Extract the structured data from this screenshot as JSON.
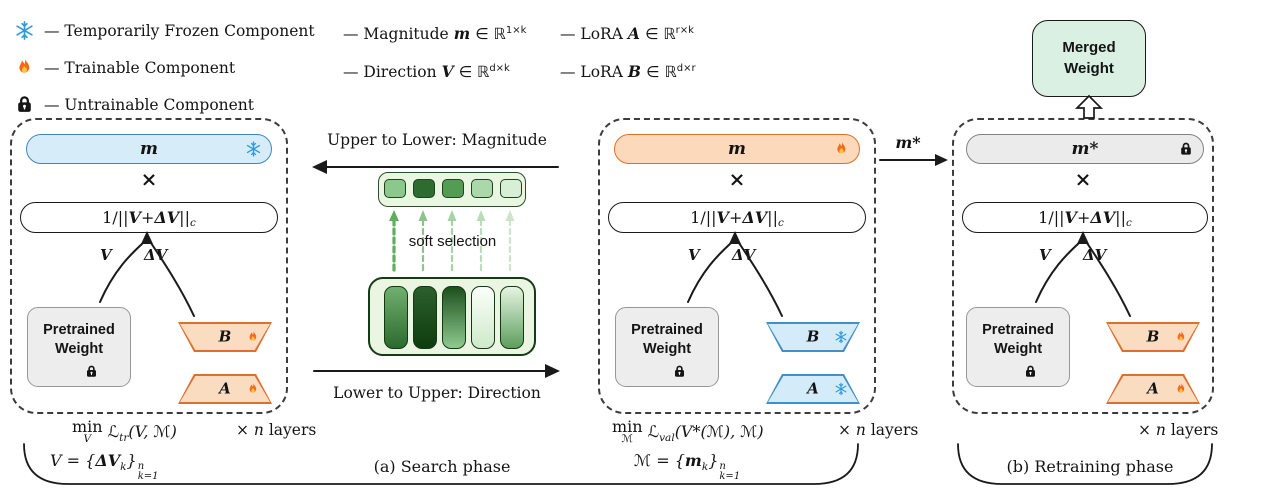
{
  "colors": {
    "frozen_blue_fill": "#d7ecf9",
    "trainable_orange_fill": "#fcd9ba",
    "untrainable_gray_fill": "#ebebeb",
    "lora_orange_border": "#df6f2c",
    "lora_blue_border": "#4390c7",
    "merged_green_fill": "#d9f0e3",
    "selection_green": "#2e6b2e"
  },
  "legend": {
    "icons": [
      {
        "icon": "snowflake-icon",
        "label": "— Temporarily Frozen Component"
      },
      {
        "icon": "fire-icon",
        "label": "— Trainable Component"
      },
      {
        "icon": "lock-icon",
        "label": "— Untrainable Component"
      }
    ],
    "math": [
      {
        "prefix": "— Magnitude",
        "symbol": "m",
        "set": "∈ ℝ",
        "sup": "1×k"
      },
      {
        "prefix": "— Direction",
        "symbol": "V",
        "set": "∈ ℝ",
        "sup": "d×k"
      },
      {
        "prefix": "— LoRA",
        "symbol": "A",
        "set": "∈ ℝ",
        "sup": "r×k"
      },
      {
        "prefix": "— LoRA",
        "symbol": "B",
        "set": "∈ ℝ",
        "sup": "d×r"
      }
    ]
  },
  "merged_weight": {
    "label": "Merged Weight"
  },
  "middle": {
    "top_label": "Upper to Lower: Magnitude",
    "soft_selection": "soft selection",
    "bottom_label": "Lower to Upper: Direction"
  },
  "shared": {
    "times": "×",
    "norm": {
      "pre": "1/||",
      "v": "V",
      "plus": " + ",
      "dv": "ΔV",
      "post": "||",
      "sub": "c"
    },
    "v_label": "V",
    "dv_label": "ΔV",
    "pretrained_label": "Pretrained Weight",
    "b_label": "B",
    "a_label": "A",
    "n_layers": {
      "pre": "× ",
      "n": "n",
      "post": " layers"
    }
  },
  "panel_left": {
    "m_label": "m"
  },
  "panel_mid": {
    "m_label": "m"
  },
  "panel_right": {
    "m_label": "m*"
  },
  "mstar_label": "m*",
  "objectives": {
    "left": {
      "min": "min",
      "min_sub": "V",
      "loss": "ℒ",
      "loss_sub": "tr",
      "args": "(V, ℳ)"
    },
    "mid": {
      "min": "min",
      "min_sub": "ℳ",
      "loss": "ℒ",
      "loss_sub": "val",
      "args": "(V*(ℳ), ℳ)"
    }
  },
  "setdefs": {
    "left": {
      "lead": "V = {",
      "term": "ΔV",
      "sub": "k",
      "close": "}",
      "sup": "n",
      "under": "k=1"
    },
    "mid": {
      "lead": "ℳ = {",
      "term": "m",
      "sub": "k",
      "close": "}",
      "sup": "n",
      "under": "k=1"
    }
  },
  "captions": {
    "a": "(a) Search phase",
    "b": "(b) Retraining phase"
  }
}
